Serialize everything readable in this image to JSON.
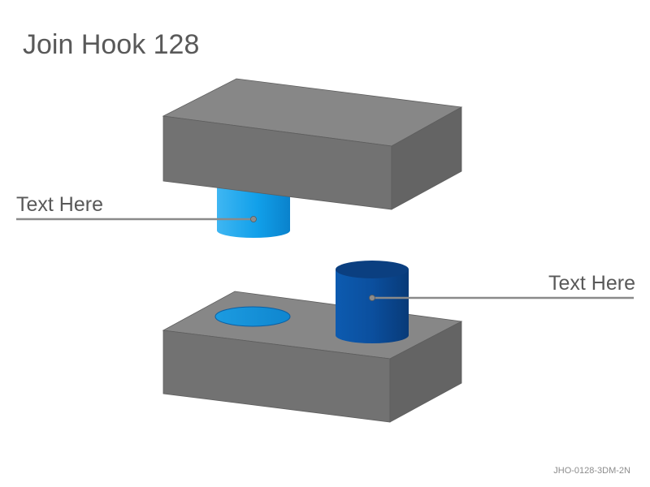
{
  "title": "Join Hook 128",
  "callouts": [
    {
      "text": "Text Here"
    },
    {
      "text": "Text Here"
    }
  ],
  "footer_code": "JHO-0128-3DM-2N",
  "colors": {
    "block_top": "#858585",
    "block_front": "#707070",
    "block_side": "#626262",
    "light_blue": "#1aa3ec",
    "dark_blue": "#0b4f9e",
    "leader_line": "#8a8a8a"
  }
}
